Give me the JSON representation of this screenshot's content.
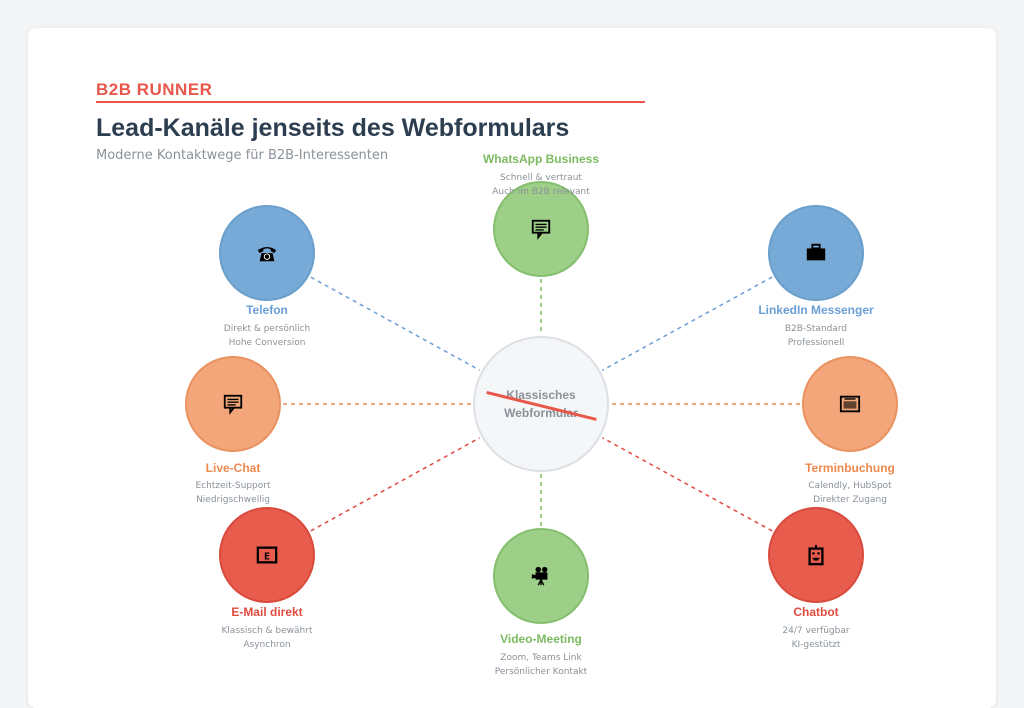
{
  "brand": "B2B RUNNER",
  "title": "Lead-Kanäle jenseits des Webformulars",
  "subtitle": "Moderne Kontaktwege für B2B-Interessenten",
  "center": {
    "line1": "Klassisches",
    "line2": "Webformular"
  },
  "colors": {
    "blue": "#77aad6",
    "green": "#9ecf88",
    "orange": "#f2a679",
    "red": "#e85c4e",
    "accent": "#e8574a"
  },
  "channels": [
    {
      "name": "WhatsApp Business",
      "desc1": "Schnell & vertraut",
      "desc2": "Auch im B2B relevant",
      "icon": "message-icon",
      "color": "green"
    },
    {
      "name": "Telefon",
      "desc1": "Direkt & persönlich",
      "desc2": "Hohe Conversion",
      "icon": "telephone-icon",
      "color": "blue"
    },
    {
      "name": "LinkedIn Messenger",
      "desc1": "B2B-Standard",
      "desc2": "Professionell",
      "icon": "briefcase-icon",
      "color": "blue"
    },
    {
      "name": "Live-Chat",
      "desc1": "Echtzeit-Support",
      "desc2": "Niedrigschwellig",
      "icon": "chat-icon",
      "color": "orange"
    },
    {
      "name": "Terminbuchung",
      "desc1": "Calendly, HubSpot",
      "desc2": "Direkter Zugang",
      "icon": "calendar-icon",
      "color": "orange"
    },
    {
      "name": "E-Mail direkt",
      "desc1": "Klassisch & bewährt",
      "desc2": "Asynchron",
      "icon": "email-icon",
      "color": "red"
    },
    {
      "name": "Video-Meeting",
      "desc1": "Zoom, Teams Link",
      "desc2": "Persönlicher Kontakt",
      "icon": "video-camera-icon",
      "color": "green"
    },
    {
      "name": "Chatbot",
      "desc1": "24/7 verfügbar",
      "desc2": "KI-gestützt",
      "icon": "robot-icon",
      "color": "red"
    }
  ]
}
